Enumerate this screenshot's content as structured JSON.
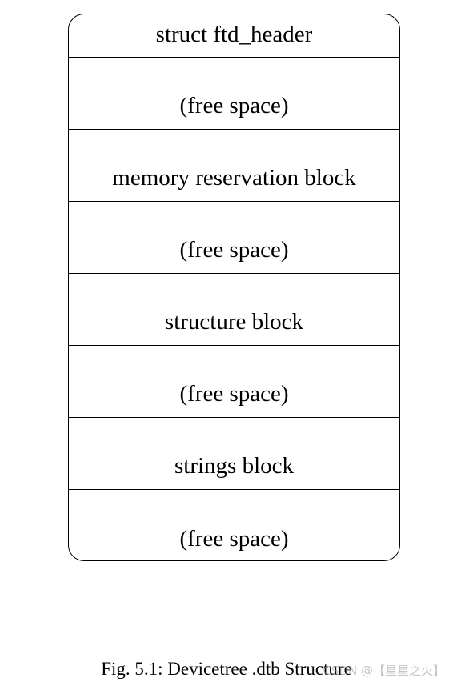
{
  "diagram": {
    "blocks": [
      {
        "label": "struct ftd_header"
      },
      {
        "label": "(free space)"
      },
      {
        "label": "memory reservation block"
      },
      {
        "label": "(free space)"
      },
      {
        "label": "structure block"
      },
      {
        "label": "(free space)"
      },
      {
        "label": "strings block"
      },
      {
        "label": "(free space)"
      }
    ]
  },
  "caption": "Fig. 5.1: Devicetree .dtb Structure",
  "watermark": "CSDN @【星星之火】"
}
